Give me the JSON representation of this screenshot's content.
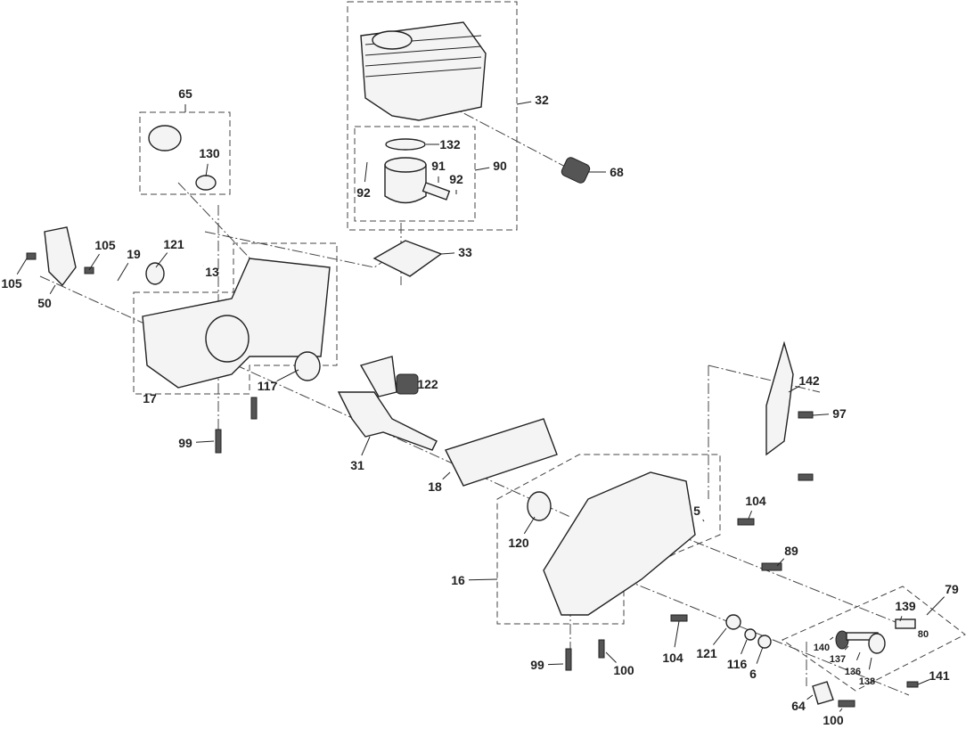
{
  "diagram": {
    "type": "exploded-parts-diagram",
    "callouts": [
      "65",
      "130",
      "105",
      "50",
      "105",
      "19",
      "121",
      "13",
      "17",
      "117",
      "99",
      "31",
      "122",
      "32",
      "132",
      "91",
      "92",
      "92",
      "90",
      "68",
      "33",
      "18",
      "120",
      "16",
      "142",
      "97",
      "5",
      "104",
      "89",
      "79",
      "139",
      "80",
      "140",
      "137",
      "136",
      "138",
      "141",
      "64",
      "100",
      "99",
      "100",
      "104",
      "121",
      "116",
      "6"
    ],
    "groups": [
      {
        "label": "65",
        "contains": [
          "130"
        ]
      },
      {
        "label": "32",
        "contains": [
          "90"
        ]
      },
      {
        "label": "90",
        "contains": [
          "132",
          "91",
          "92"
        ]
      },
      {
        "label": "17",
        "contains": []
      },
      {
        "label": "16",
        "contains": []
      },
      {
        "label": "79",
        "contains": [
          "139",
          "80",
          "140",
          "137",
          "136",
          "138"
        ]
      }
    ]
  }
}
